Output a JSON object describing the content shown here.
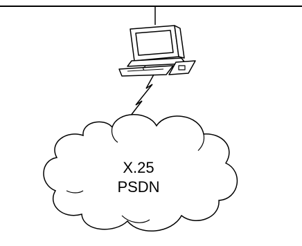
{
  "diagram": {
    "cloud_label": {
      "line1": "X.25",
      "line2": "PSDN"
    },
    "icons": {
      "network_line": "horizontal-bus-line",
      "workstation": "computer-terminal-icon",
      "link": "lightning-serial-link",
      "cloud": "network-cloud"
    },
    "colors": {
      "stroke": "#000000",
      "background": "#ffffff"
    }
  }
}
